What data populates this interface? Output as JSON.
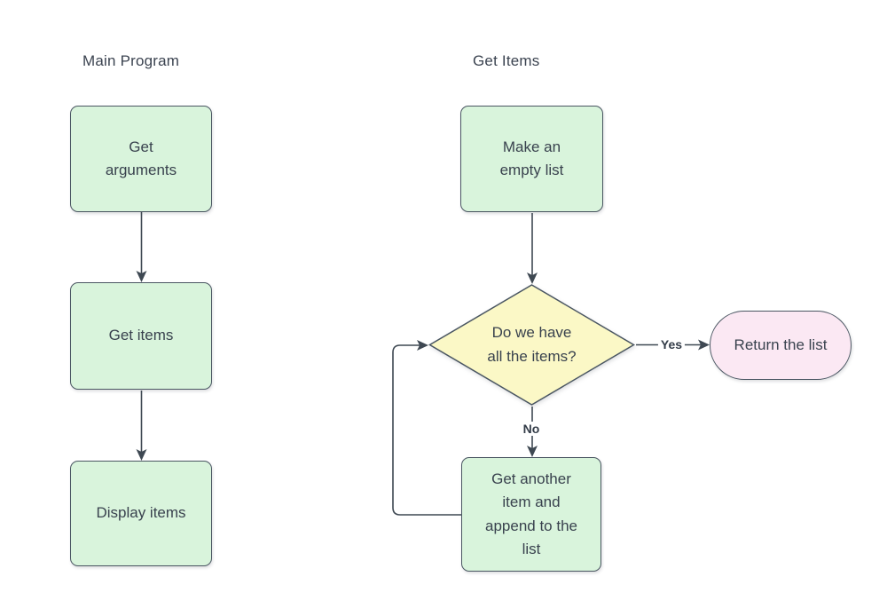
{
  "palette": {
    "process_fill": "#d9f4dc",
    "decision_fill": "#fbf8c6",
    "terminator_fill": "#fbe8f3",
    "shape_border": "#4a5662",
    "line_color": "#3e4852",
    "text_color": "#39424e"
  },
  "diagrams": [
    {
      "title": "Main Program",
      "nodes": [
        {
          "label": "Get\narguments"
        },
        {
          "label": "Get items"
        },
        {
          "label": "Display items"
        }
      ]
    },
    {
      "title": "Get Items",
      "nodes": [
        {
          "label": "Make an\nempty list"
        },
        {
          "label": "Do we have\nall the items?"
        },
        {
          "label": "Return the list"
        },
        {
          "label": "Get another\nitem and\nappend to the\nlist"
        }
      ],
      "edge_labels": {
        "yes": "Yes",
        "no": "No"
      }
    }
  ]
}
